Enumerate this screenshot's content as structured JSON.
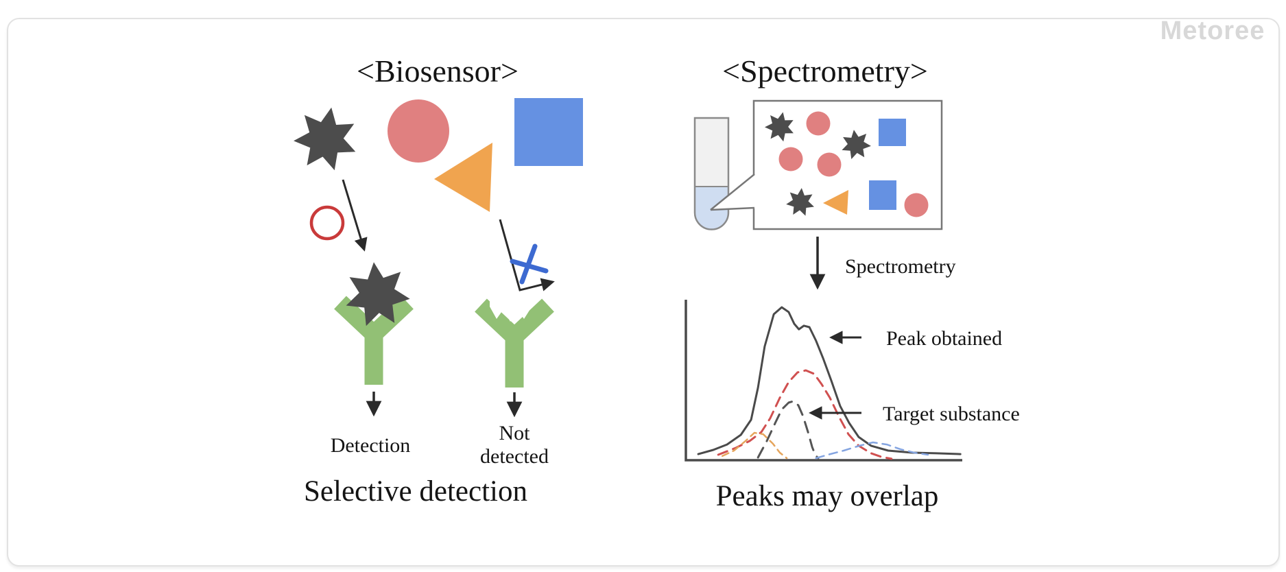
{
  "watermark": "Metoree",
  "biosensor": {
    "title": "<Biosensor>",
    "detection_label": "Detection",
    "not_detected_line1": "Not",
    "not_detected_line2": "detected",
    "caption": "Selective detection"
  },
  "spectrometry": {
    "title": "<Spectrometry>",
    "process_label": "Spectrometry",
    "peak_obtained_label": "Peak obtained",
    "target_substance_label": "Target substance",
    "caption": "Peaks may overlap"
  },
  "icons": {
    "star": "7-pointed-star (target substance)",
    "circle": "round substance particle",
    "square": "square substance particle",
    "triangle": "triangular substance particle",
    "receptor": "antibody-y-receptor",
    "ring": "circle-outline (binding site match)",
    "x_mark": "cross (no binding)",
    "tube": "sample test tube",
    "box": "magnified sample view"
  },
  "colors": {
    "target_star": "#4c4c4c",
    "substance_circle": "#e08080",
    "substance_square": "#6591e2",
    "substance_triangle": "#f0a44f",
    "receptor_green": "#92c075",
    "ring_red": "#c93a3a",
    "x_mark_blue": "#3d6ad1",
    "arrow_black": "#2a2a2a",
    "outline_gray": "#777777",
    "tube_liquid": "#cfddf1",
    "tube_empty": "#f1f1f1",
    "axis_gray": "#4a4a4a",
    "watermark_gray": "#d8d8d8"
  },
  "chart_data": {
    "type": "line",
    "title": "",
    "xlabel": "",
    "ylabel": "",
    "x_range": [
      0,
      100
    ],
    "y_range": [
      0,
      100
    ],
    "grid": false,
    "legend": "none (annotated with arrows)",
    "axes_note": "unlabeled axes: signal intensity vs spectral position",
    "series": [
      {
        "name": "Peak obtained",
        "style": "solid",
        "color": "#4a4a4a",
        "width": 3,
        "points": [
          [
            4.5,
            3.8
          ],
          [
            9.9,
            6.4
          ],
          [
            14.9,
            9.8
          ],
          [
            19.9,
            15.8
          ],
          [
            23.6,
            25.2
          ],
          [
            26.1,
            45.3
          ],
          [
            28.5,
            70.9
          ],
          [
            31.8,
            91.0
          ],
          [
            34.7,
            95.3
          ],
          [
            37.2,
            92.3
          ],
          [
            39.2,
            85.0
          ],
          [
            40.9,
            81.6
          ],
          [
            42.7,
            83.8
          ],
          [
            44.7,
            82.9
          ],
          [
            47.1,
            74.4
          ],
          [
            49.6,
            63.7
          ],
          [
            52.6,
            49.6
          ],
          [
            55.8,
            33.8
          ],
          [
            59.1,
            23.1
          ],
          [
            62.5,
            14.5
          ],
          [
            67.0,
            9.0
          ],
          [
            73.2,
            6.0
          ],
          [
            81.9,
            4.7
          ],
          [
            90.6,
            4.3
          ],
          [
            99.3,
            3.8
          ]
        ]
      },
      {
        "name": "Red component",
        "style": "dashed",
        "dash": "14 9",
        "color": "#d05050",
        "width": 3,
        "points": [
          [
            11.7,
            3.4
          ],
          [
            18.1,
            7.7
          ],
          [
            23.1,
            12.0
          ],
          [
            27.3,
            17.5
          ],
          [
            30.5,
            26.1
          ],
          [
            34.0,
            38.9
          ],
          [
            37.2,
            48.7
          ],
          [
            40.4,
            54.7
          ],
          [
            43.4,
            56.0
          ],
          [
            46.4,
            53.8
          ],
          [
            49.1,
            47.4
          ],
          [
            52.1,
            38.9
          ],
          [
            55.3,
            27.4
          ],
          [
            58.8,
            16.2
          ],
          [
            62.5,
            9.0
          ],
          [
            67.0,
            4.3
          ],
          [
            70.7,
            2.1
          ],
          [
            74.4,
            0.9
          ]
        ]
      },
      {
        "name": "Target substance",
        "style": "dashed",
        "dash": "16 11",
        "color": "#555555",
        "width": 3,
        "points": [
          [
            26.1,
            1.7
          ],
          [
            29.3,
            12.0
          ],
          [
            32.3,
            23.1
          ],
          [
            34.7,
            31.6
          ],
          [
            37.2,
            35.9
          ],
          [
            39.0,
            36.8
          ],
          [
            40.7,
            34.2
          ],
          [
            42.4,
            27.4
          ],
          [
            44.2,
            17.5
          ],
          [
            45.7,
            8.1
          ],
          [
            46.9,
            3.0
          ],
          [
            47.9,
            1.3
          ]
        ]
      },
      {
        "name": "Orange component",
        "style": "dashed",
        "dash": "10 7",
        "color": "#e5a55c",
        "width": 2.5,
        "points": [
          [
            13.2,
            2.6
          ],
          [
            17.4,
            6.0
          ],
          [
            21.6,
            12.0
          ],
          [
            24.8,
            17.1
          ],
          [
            28.0,
            16.2
          ],
          [
            31.5,
            10.3
          ],
          [
            34.0,
            4.7
          ],
          [
            36.5,
            1.3
          ]
        ]
      },
      {
        "name": "Blue component",
        "style": "dashed",
        "dash": "12 8",
        "color": "#84a4e0",
        "width": 2.5,
        "points": [
          [
            47.1,
            1.3
          ],
          [
            51.4,
            3.4
          ],
          [
            57.1,
            6.0
          ],
          [
            62.8,
            9.0
          ],
          [
            67.7,
            11.1
          ],
          [
            72.7,
            9.8
          ],
          [
            77.7,
            6.8
          ],
          [
            82.6,
            4.7
          ],
          [
            87.6,
            3.4
          ]
        ]
      }
    ],
    "annotations": [
      {
        "text": "Peak obtained",
        "points_to": "solid envelope curve"
      },
      {
        "text": "Target substance",
        "points_to": "black dashed component peak"
      }
    ]
  }
}
